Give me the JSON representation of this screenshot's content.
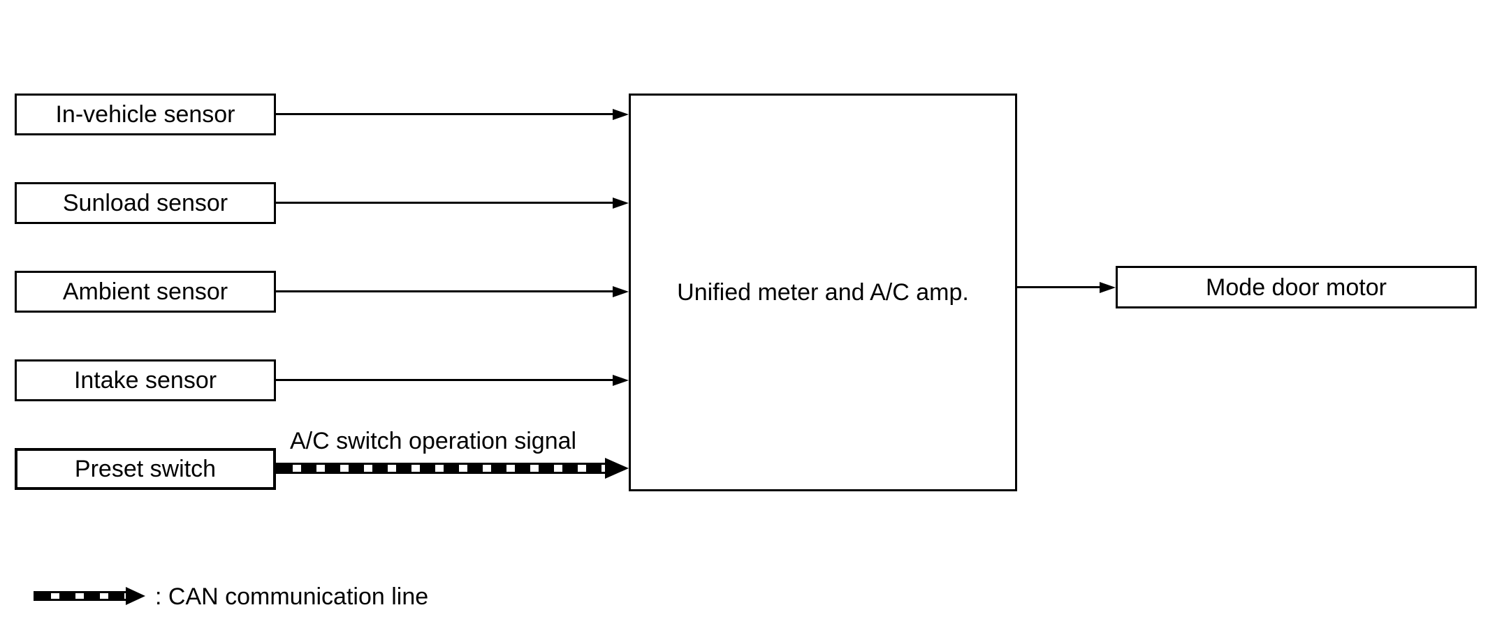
{
  "diagram": {
    "sources": [
      {
        "label": "In-vehicle sensor"
      },
      {
        "label": "Sunload sensor"
      },
      {
        "label": "Ambient sensor"
      },
      {
        "label": "Intake sensor"
      },
      {
        "label": "Preset switch"
      }
    ],
    "controller": {
      "label": "Unified meter and A/C amp."
    },
    "outputs": [
      {
        "label": "Mode door motor"
      }
    ],
    "signal_labels": {
      "can_arrow": "A/C switch operation signal"
    },
    "legend": {
      "can_line": ": CAN communication line"
    },
    "colors": {
      "foreground": "#000000",
      "background": "#ffffff"
    }
  }
}
